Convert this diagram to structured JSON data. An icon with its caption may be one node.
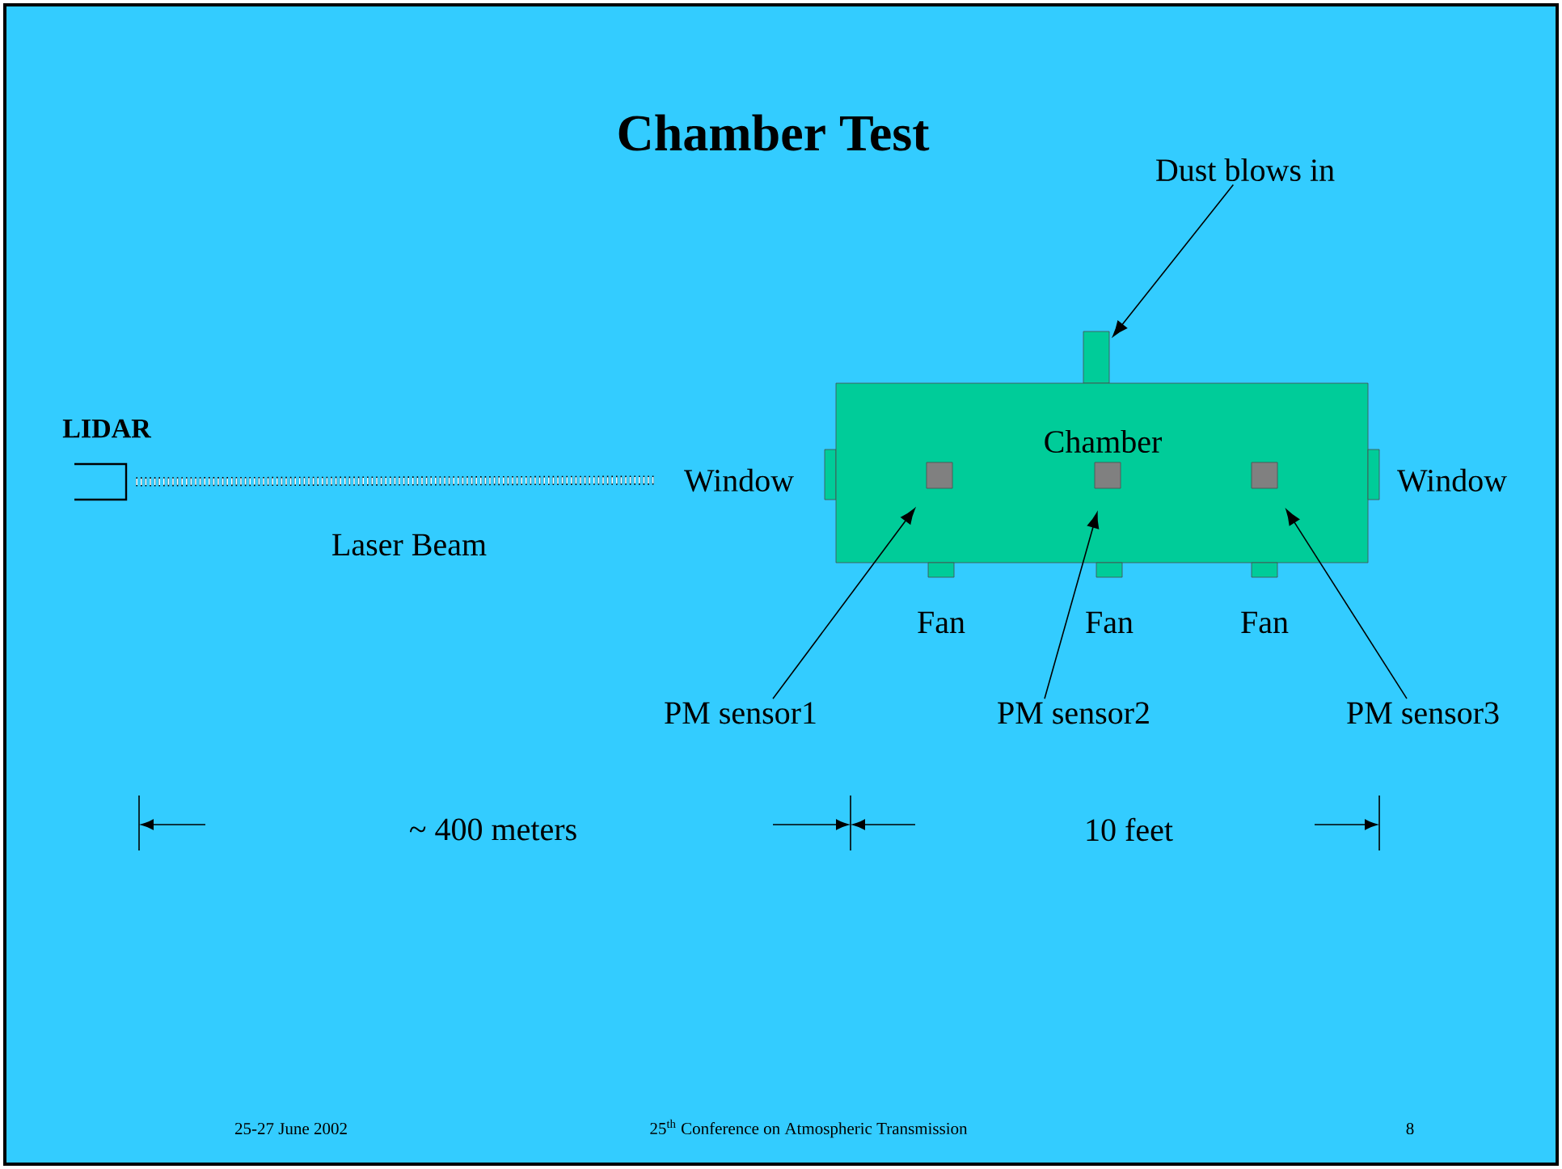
{
  "diagram": {
    "title": "Chamber Test",
    "nodes": [
      {
        "text": [
          "LIDAR"
        ]
      },
      {
        "text": [],
        "shape": "box",
        "beside": [
          "Window"
        ]
      },
      {
        "text": [
          "Dust blows in"
        ]
      },
      {
        "text": [],
        "shape": "box"
      },
      {
        "text": [
          "Chamber"
        ]
      },
      {
        "text": [],
        "shape": "box",
        "in": 4
      },
      {
        "text": [],
        "shape": "box",
        "in": 4
      },
      {
        "text": [],
        "shape": "box",
        "in": 4
      },
      {
        "text": [],
        "shape": "box",
        "beside": [
          "Window"
        ]
      },
      {
        "text": [],
        "shape": "box",
        "beside": [
          "Fan"
        ]
      },
      {
        "text": [],
        "shape": "box",
        "beside": [
          "Fan"
        ]
      },
      {
        "text": [],
        "shape": "box",
        "beside": [
          "Fan"
        ]
      },
      {
        "text": [
          "PM sensor1"
        ]
      },
      {
        "text": [
          "PM sensor2"
        ]
      },
      {
        "text": [
          "PM sensor3"
        ]
      }
    ],
    "edges": [
      {
        "from": 0,
        "to": null,
        "arrow": "none",
        "style": "dashed"
      },
      {
        "from": 2,
        "to": 3,
        "arrow": "to"
      },
      {
        "from": 12,
        "to": 5,
        "arrow": "to"
      },
      {
        "from": 13,
        "to": 6,
        "arrow": "to"
      },
      {
        "from": 14,
        "to": 7,
        "arrow": "to"
      }
    ],
    "labels": [
      "Laser Beam",
      "~ 400 meters",
      "10 feet",
      "25-27 June 2002",
      "25$^{th}$ Conference on Atmospheric Transmission",
      "8"
    ]
  }
}
